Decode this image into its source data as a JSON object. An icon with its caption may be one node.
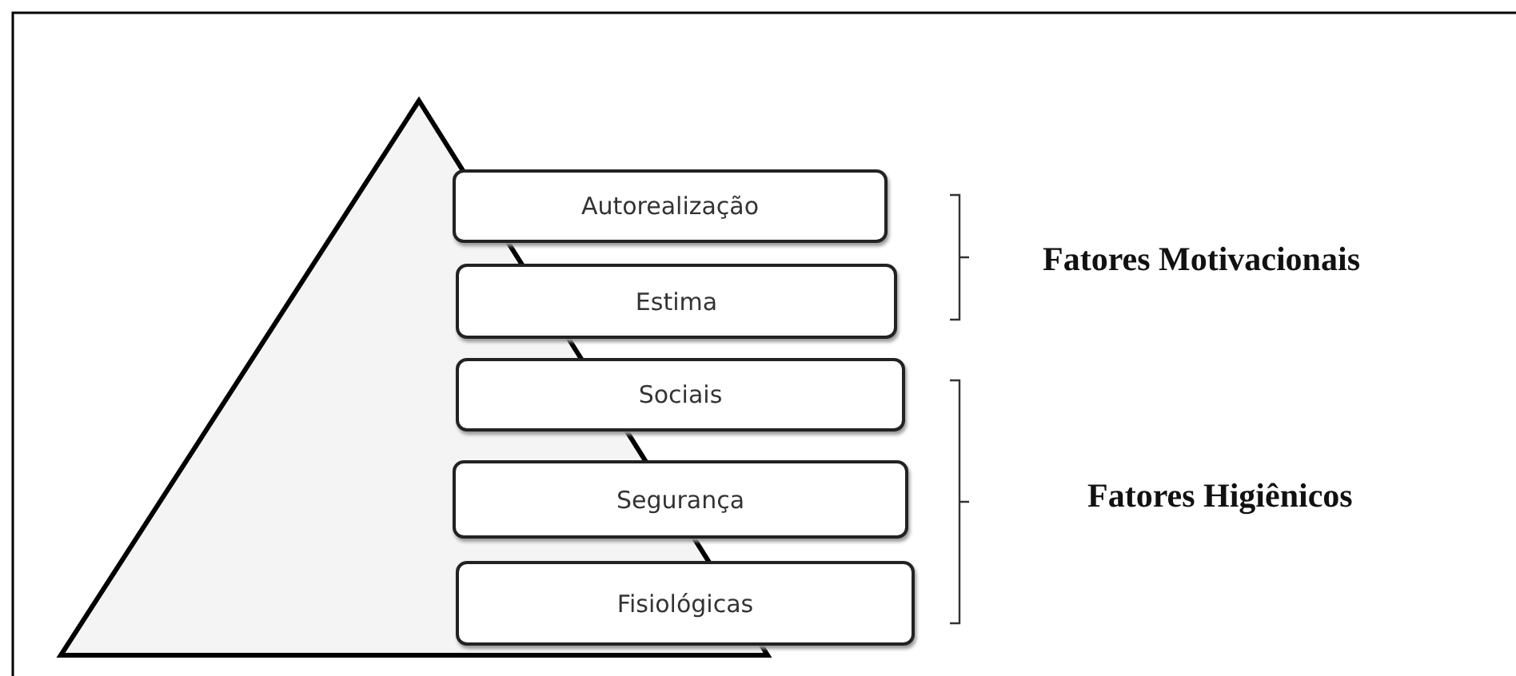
{
  "diagram": {
    "nodes": [
      {
        "text": [
          "Autorealização"
        ]
      },
      {
        "text": [
          "Estima"
        ]
      },
      {
        "text": [
          "Sociais"
        ]
      },
      {
        "text": [
          "Segurança"
        ]
      },
      {
        "text": [
          "Fisiológicas"
        ]
      }
    ],
    "labels": [
      "Fatores Motivacionais",
      "Fatores Higiênicos"
    ]
  }
}
